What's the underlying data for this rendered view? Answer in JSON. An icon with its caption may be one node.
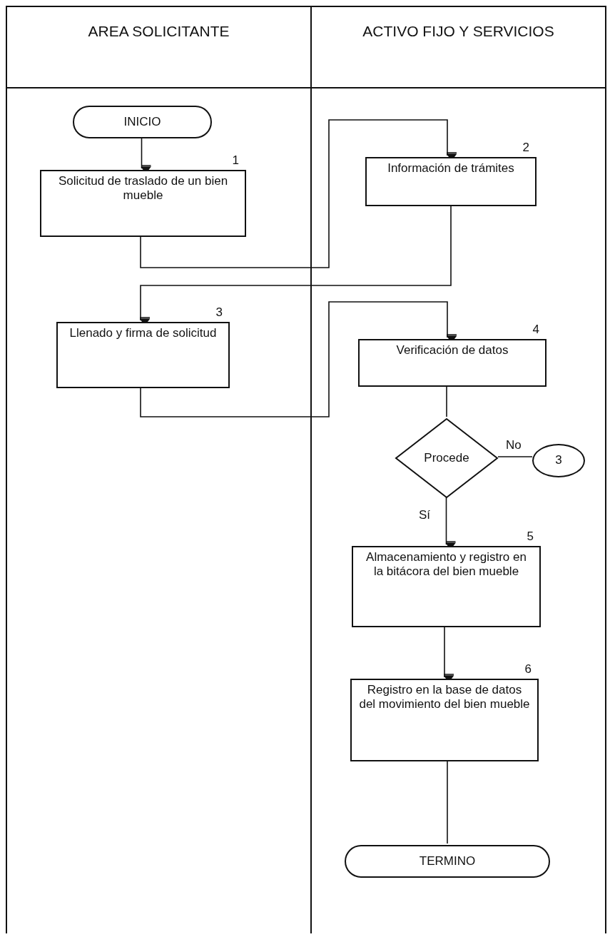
{
  "diagram": {
    "nodes": [
      {
        "text": [
          "AREA SOLICITANTE"
        ]
      },
      {
        "text": [
          "ACTIVO FIJO Y SERVICIOS"
        ]
      },
      {
        "text": [
          "INICIO"
        ],
        "in": 0
      },
      {
        "text": [
          "Solicitud de traslado de un bien mueble"
        ],
        "in": 0,
        "beside": [
          "1"
        ]
      },
      {
        "text": [
          "Información de trámites"
        ],
        "in": 1,
        "beside": [
          "2"
        ]
      },
      {
        "text": [
          "Llenado y firma de solicitud"
        ],
        "in": 0,
        "beside": [
          "3"
        ]
      },
      {
        "text": [
          "Verificación de datos"
        ],
        "in": 1,
        "beside": [
          "4"
        ]
      },
      {
        "text": [
          "Procede"
        ],
        "in": 1
      },
      {
        "text": [
          "3"
        ],
        "in": 1
      },
      {
        "text": [
          "Almacenamiento y registro en la bitácora del bien mueble"
        ],
        "in": 1,
        "beside": [
          "5"
        ]
      },
      {
        "text": [
          "Registro en la base de datos del movimiento del bien mueble"
        ],
        "in": 1,
        "beside": [
          "6"
        ]
      },
      {
        "text": [
          "TERMINO"
        ],
        "in": 1
      }
    ],
    "edges": [
      {
        "from": 2,
        "to": 3,
        "arrow": "to"
      },
      {
        "from": 3,
        "to": 4,
        "arrow": "to"
      },
      {
        "from": 4,
        "to": 5,
        "arrow": "to"
      },
      {
        "from": 5,
        "to": 6,
        "arrow": "to"
      },
      {
        "from": 6,
        "to": 7,
        "arrow": "none"
      },
      {
        "from": 7,
        "to": 8,
        "arrow": "none",
        "label": "No"
      },
      {
        "from": 7,
        "to": 9,
        "arrow": "to",
        "label": "Sí"
      },
      {
        "from": 9,
        "to": 10,
        "arrow": "to"
      },
      {
        "from": 10,
        "to": 11,
        "arrow": "none"
      }
    ]
  }
}
